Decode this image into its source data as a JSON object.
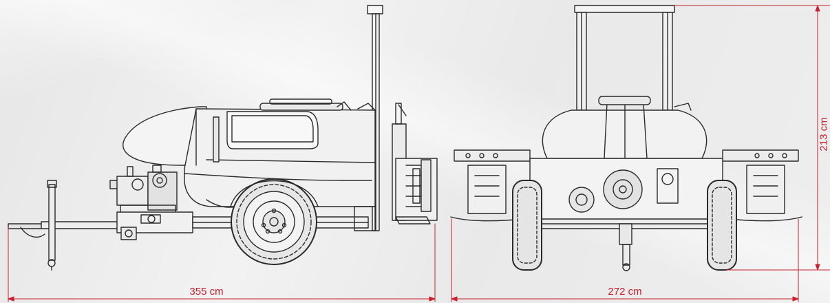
{
  "dimensions": {
    "side_length": "355 cm",
    "front_width": "272 cm",
    "height": "213 cm"
  },
  "colors": {
    "dimension_line": "#c8202f",
    "drawing_line": "#2a2a2a",
    "background": "#ececec"
  }
}
